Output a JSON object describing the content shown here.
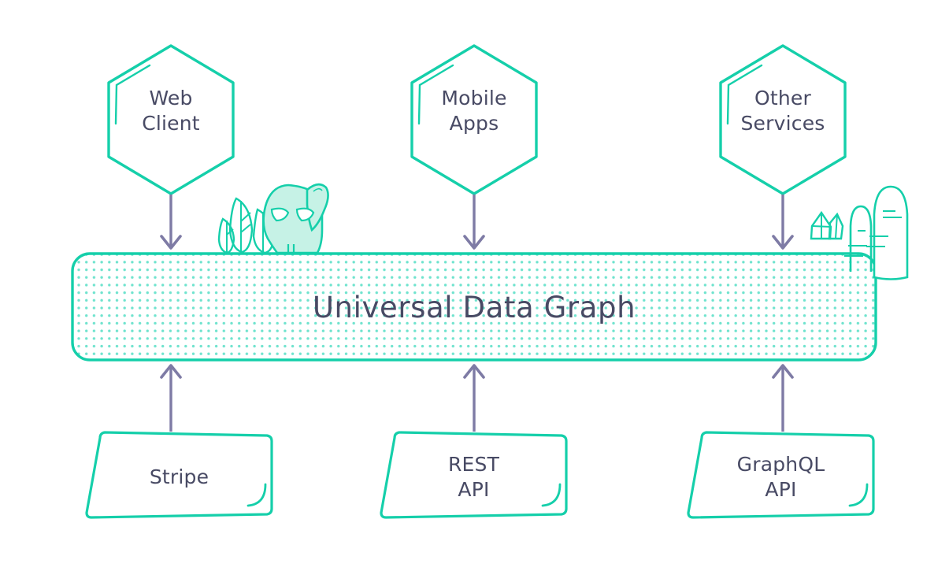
{
  "diagram": {
    "title": "Universal Data Graph",
    "colors": {
      "teal": "#15CFAA",
      "teal_dot": "#6FE3CE",
      "mint_fill": "#C6F2E6",
      "arrow": "#7E7BA5",
      "text": "#484A64",
      "background": "#FFFFFF"
    },
    "consumers": [
      {
        "id": "web-client",
        "label": "Web\nClient",
        "shape": "hexagon"
      },
      {
        "id": "mobile-apps",
        "label": "Mobile\nApps",
        "shape": "hexagon"
      },
      {
        "id": "other-services",
        "label": "Other\nServices",
        "shape": "hexagon"
      }
    ],
    "hub": {
      "label": "Universal Data Graph",
      "shape": "rounded-rect-dotted"
    },
    "sources": [
      {
        "id": "stripe",
        "label": "Stripe",
        "shape": "skewed-card"
      },
      {
        "id": "rest-api",
        "label": "REST\nAPI",
        "shape": "skewed-card"
      },
      {
        "id": "graphql-api",
        "label": "GraphQL\nAPI",
        "shape": "skewed-card"
      }
    ],
    "connectors": [
      {
        "id": "web-client-to-hub",
        "direction": "down"
      },
      {
        "id": "mobile-apps-to-hub",
        "direction": "down"
      },
      {
        "id": "other-services-to-hub",
        "direction": "down"
      },
      {
        "id": "stripe-to-hub",
        "direction": "up"
      },
      {
        "id": "rest-api-to-hub",
        "direction": "up"
      },
      {
        "id": "graphql-api-to-hub",
        "direction": "up"
      }
    ],
    "decorations": [
      {
        "id": "mascot",
        "description": "mascot creature"
      },
      {
        "id": "plants",
        "description": "leaf plants"
      },
      {
        "id": "crystals",
        "description": "crystal cluster"
      },
      {
        "id": "monoliths",
        "description": "rounded monolith pillars"
      }
    ]
  }
}
